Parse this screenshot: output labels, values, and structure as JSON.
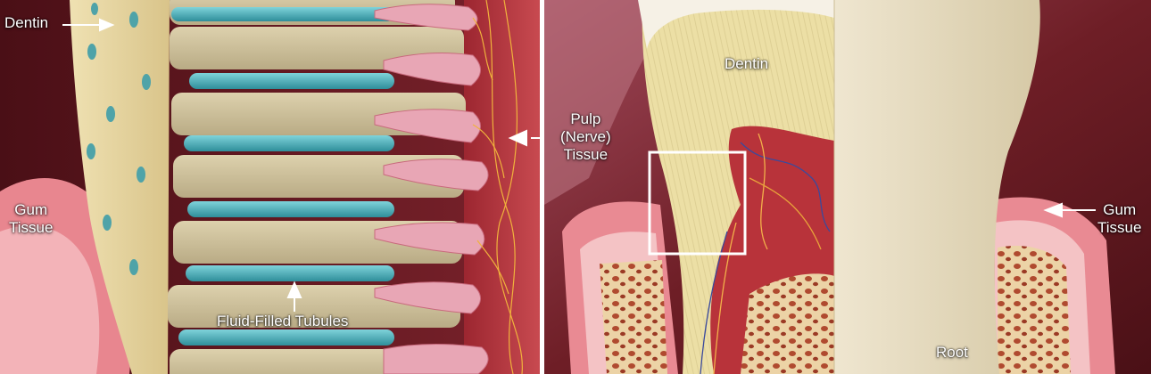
{
  "labels": {
    "dentin_left": "Dentin",
    "gum_left": "Gum\nTissue",
    "fluid_tubules": "Fluid-Filled Tubules",
    "pulp": "Pulp\n(Nerve)\nTissue",
    "dentin_right": "Dentin",
    "gum_right": "Gum\nTissue",
    "root": "Root"
  },
  "colors": {
    "background": "#6e1e26",
    "dentin": "#e3d19a",
    "tubule": "#3fa7b3",
    "pulp": "#b8333a",
    "nerve": "#e8a6b5",
    "gum": "#eb8f97",
    "bone": "#e6c18e",
    "enamel": "#f1ece3",
    "arrow": "#ffffff"
  }
}
